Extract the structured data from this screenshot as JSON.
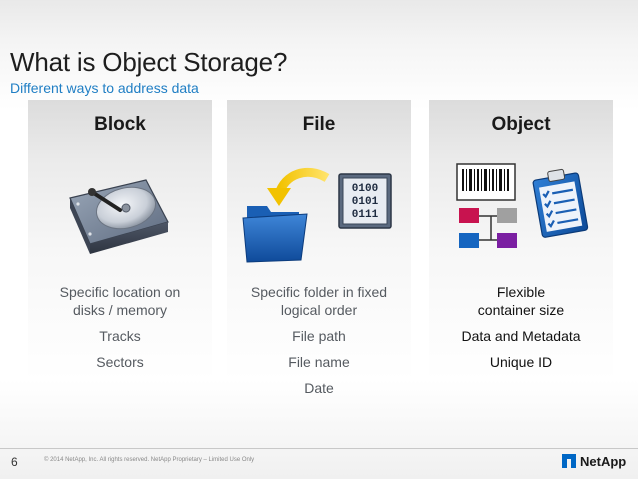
{
  "slide": {
    "title": "What is Object Storage?",
    "subtitle": "Different ways to address data"
  },
  "columns": [
    {
      "heading": "Block",
      "icon": "hard-disk-icon",
      "lines": [
        [
          "Specific location on",
          "disks / memory"
        ],
        [
          "Tracks"
        ],
        [
          "Sectors"
        ]
      ]
    },
    {
      "heading": "File",
      "icon": "folder-with-binary-icon",
      "binary": [
        "0100",
        "0101",
        "0111"
      ],
      "lines": [
        [
          "Specific folder in fixed",
          "logical order"
        ],
        [
          "File path"
        ],
        [
          "File name"
        ],
        [
          "Date"
        ]
      ]
    },
    {
      "heading": "Object",
      "icon": "barcode-metadata-icon",
      "lines": [
        [
          "Flexible",
          "container size"
        ],
        [
          "Data and Metadata"
        ],
        [
          "Unique ID"
        ]
      ]
    }
  ],
  "footer": {
    "page_number": "6",
    "copyright": "© 2014 NetApp, Inc. All rights reserved. NetApp Proprietary – Limited Use Only",
    "logo_text": "NetApp"
  },
  "colors": {
    "title": "#1e1e1e",
    "subtitle": "#1f7ec4",
    "netapp_blue": "#0067c5"
  }
}
